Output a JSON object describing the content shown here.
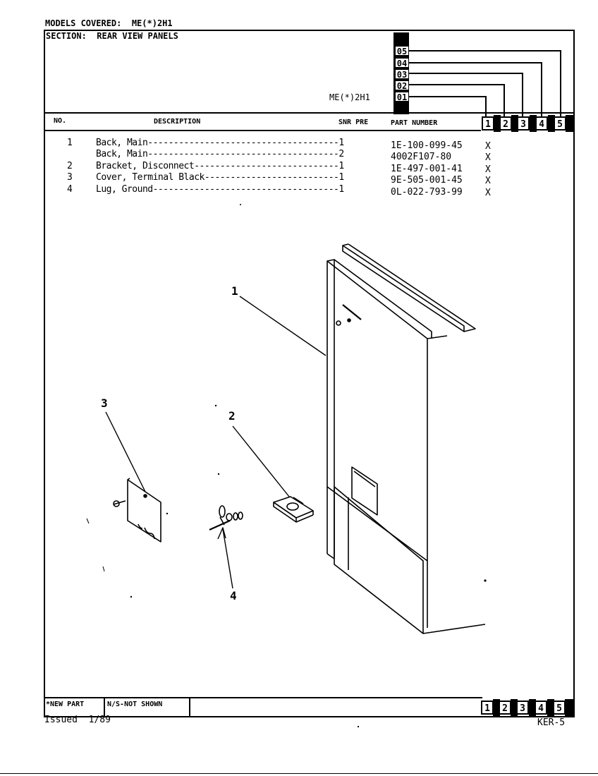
{
  "header": {
    "models_covered": "MODELS COVERED:  ME(*)2H1",
    "section": "SECTION:  REAR VIEW PANELS",
    "model_code": "ME(*)2H1"
  },
  "column_codes": [
    "05",
    "04",
    "03",
    "02",
    "01"
  ],
  "table_headers": {
    "no": "NO.",
    "description": "DESCRIPTION",
    "snr_pre": "SNR PRE",
    "part_number": "PART NUMBER"
  },
  "column_numbers": [
    "1",
    "2",
    "3",
    "4",
    "5"
  ],
  "parts": [
    {
      "no": "1",
      "description": "Back, Main-------------------------------------1",
      "part": "1E-100-099-45",
      "mark": "X"
    },
    {
      "no": "",
      "description": "Back, Main-------------------------------------2",
      "part": "4002F107-80",
      "mark": "X"
    },
    {
      "no": "2",
      "description": "Bracket, Disconnect----------------------------1",
      "part": "1E-497-001-41",
      "mark": "X"
    },
    {
      "no": "3",
      "description": "Cover, Terminal Black--------------------------1",
      "part": "9E-505-001-45",
      "mark": "X"
    },
    {
      "no": "4",
      "description": "Lug, Ground------------------------------------1",
      "part": "0L-022-793-99",
      "mark": "X"
    }
  ],
  "callouts": [
    "1",
    "2",
    "3",
    "4"
  ],
  "footer": {
    "new_part": "*NEW PART",
    "not_shown": "N/S-NOT SHOWN",
    "issued": "Issued  1/89",
    "page_code": "KER-5"
  }
}
